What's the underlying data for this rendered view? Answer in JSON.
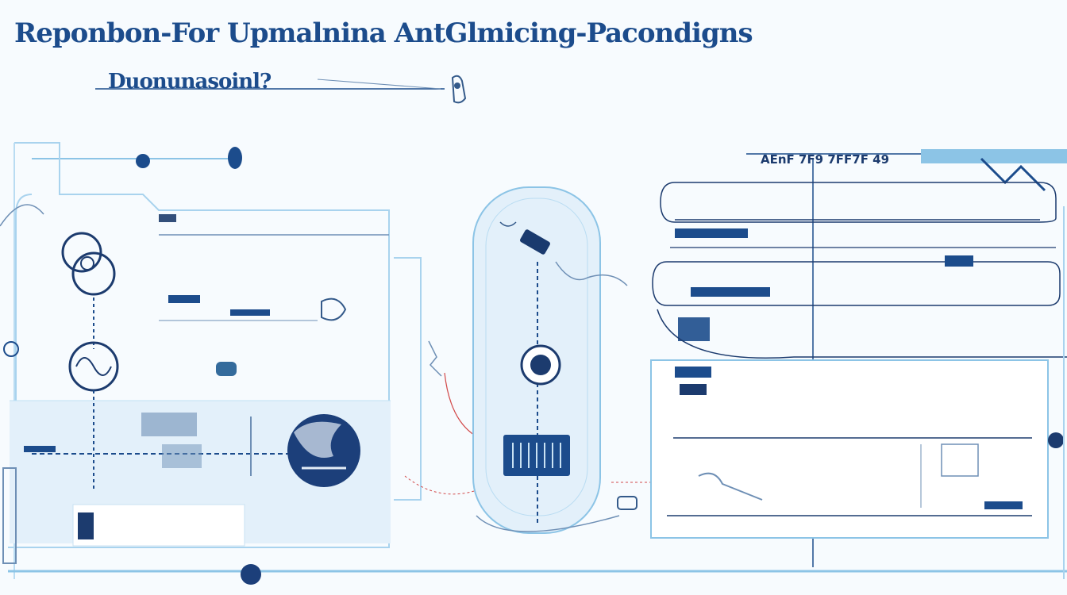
{
  "title": "Reponbon-For Upmalnina AntGlmicing-Pacondigns",
  "subtitle": "Duonunasoinl?",
  "right_panel_header": "AEnF 7F9 7FF7F 49",
  "colors": {
    "navy": "#1c4c8c",
    "dark_navy": "#1a3a6e",
    "light_blue_line": "#8cc4e6",
    "pale_fill": "#e3f0fa",
    "accent_red": "#d24a4a"
  },
  "icons": [
    "signal-knob-icon",
    "gear-coil-icon",
    "sensor-node-icon",
    "chip-icon",
    "globe-icon",
    "keypad-module-icon",
    "connector-icon",
    "hand-tool-icon"
  ]
}
